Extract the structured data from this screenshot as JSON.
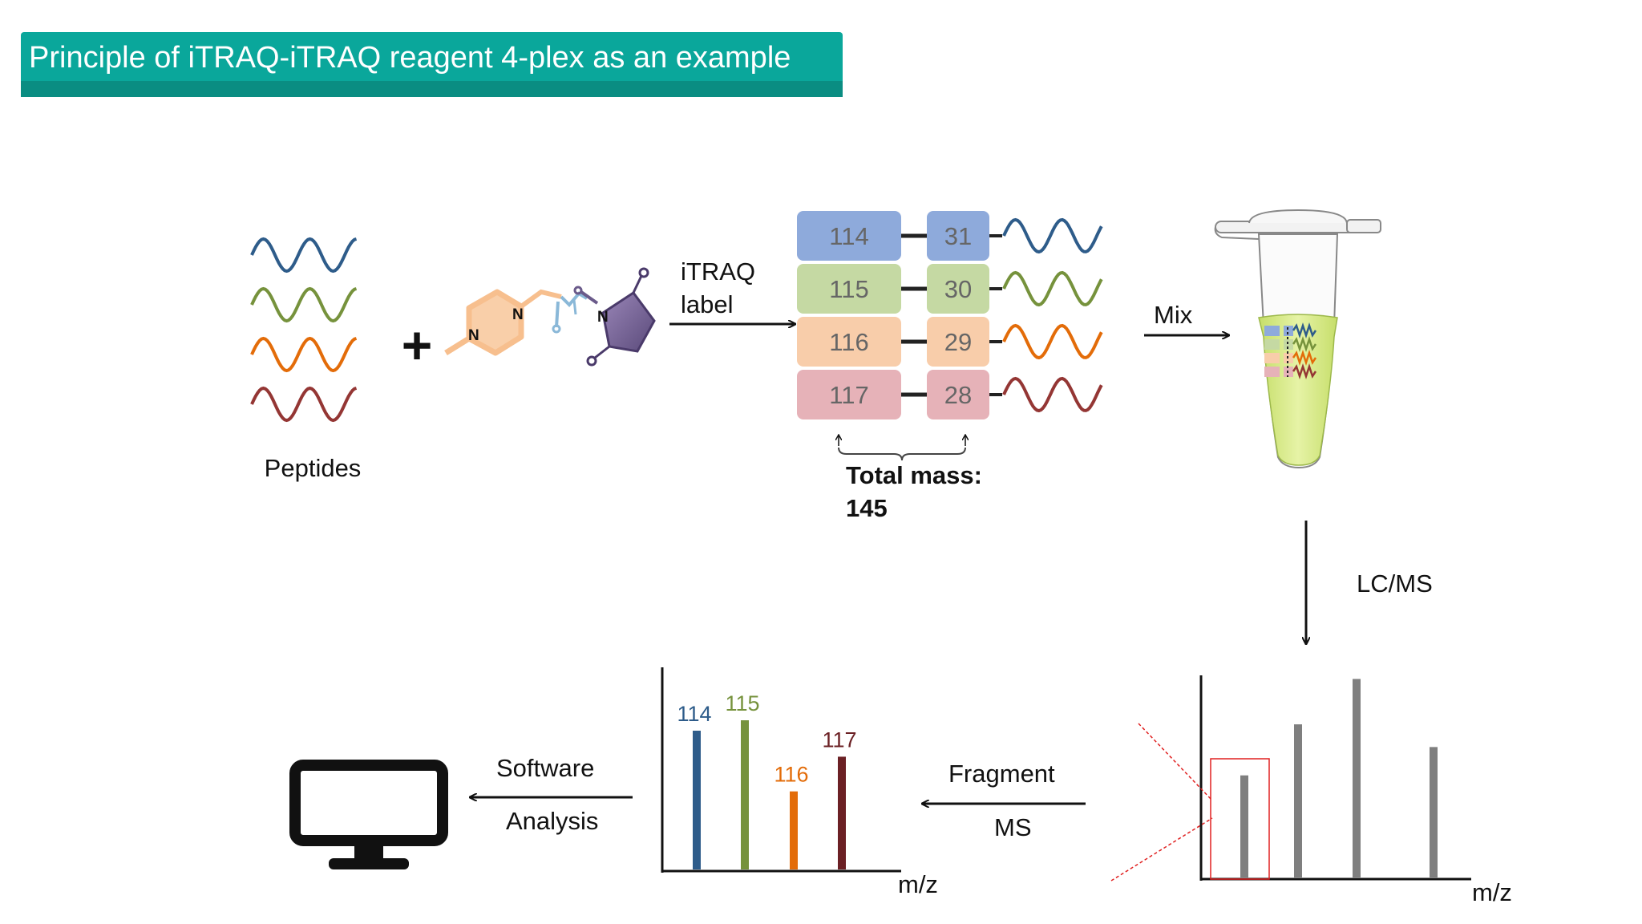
{
  "title": "Principle of iTRAQ-iTRAQ reagent 4-plex as an example",
  "peptides_label": "Peptides",
  "plus_sign": "+",
  "reagent_atoms": {
    "n1": "N",
    "n2": "N",
    "n3": "N"
  },
  "arrow_label_line1": "iTRAQ",
  "arrow_label_line2": "label",
  "tags": [
    {
      "reporter": "114",
      "balance": "31",
      "fill": "#8eaadb",
      "wave": "#2e5c8a"
    },
    {
      "reporter": "115",
      "balance": "30",
      "fill": "#c5d9a3",
      "wave": "#76923c"
    },
    {
      "reporter": "116",
      "balance": "29",
      "fill": "#f8cdaa",
      "wave": "#e36c09"
    },
    {
      "reporter": "117",
      "balance": "28",
      "fill": "#e6b2b8",
      "wave": "#943634"
    }
  ],
  "total_mass_line1": "Total mass:",
  "total_mass_line2": "145",
  "mix_label": "Mix",
  "lcms_label": "LC/MS",
  "fragment_line1": "Fragment",
  "fragment_line2": "MS",
  "software_line1": "Software",
  "software_line2": "Analysis",
  "ms1_xlabel": "m/z",
  "ms1_peaks": [
    0.36,
    0.54,
    0.7,
    0.46
  ],
  "reporter_xlabel": "m/z",
  "reporter_peaks": [
    {
      "label": "114",
      "intensity": 0.8,
      "color": "#2e5c8a"
    },
    {
      "label": "115",
      "intensity": 0.86,
      "color": "#76923c"
    },
    {
      "label": "116",
      "intensity": 0.45,
      "color": "#e36c09"
    },
    {
      "label": "117",
      "intensity": 0.65,
      "color": "#6b2024"
    }
  ],
  "colors": {
    "banner": "#0aa79b",
    "ms1_bar": "#7f7f7f",
    "zoom_box": "#e02020"
  }
}
